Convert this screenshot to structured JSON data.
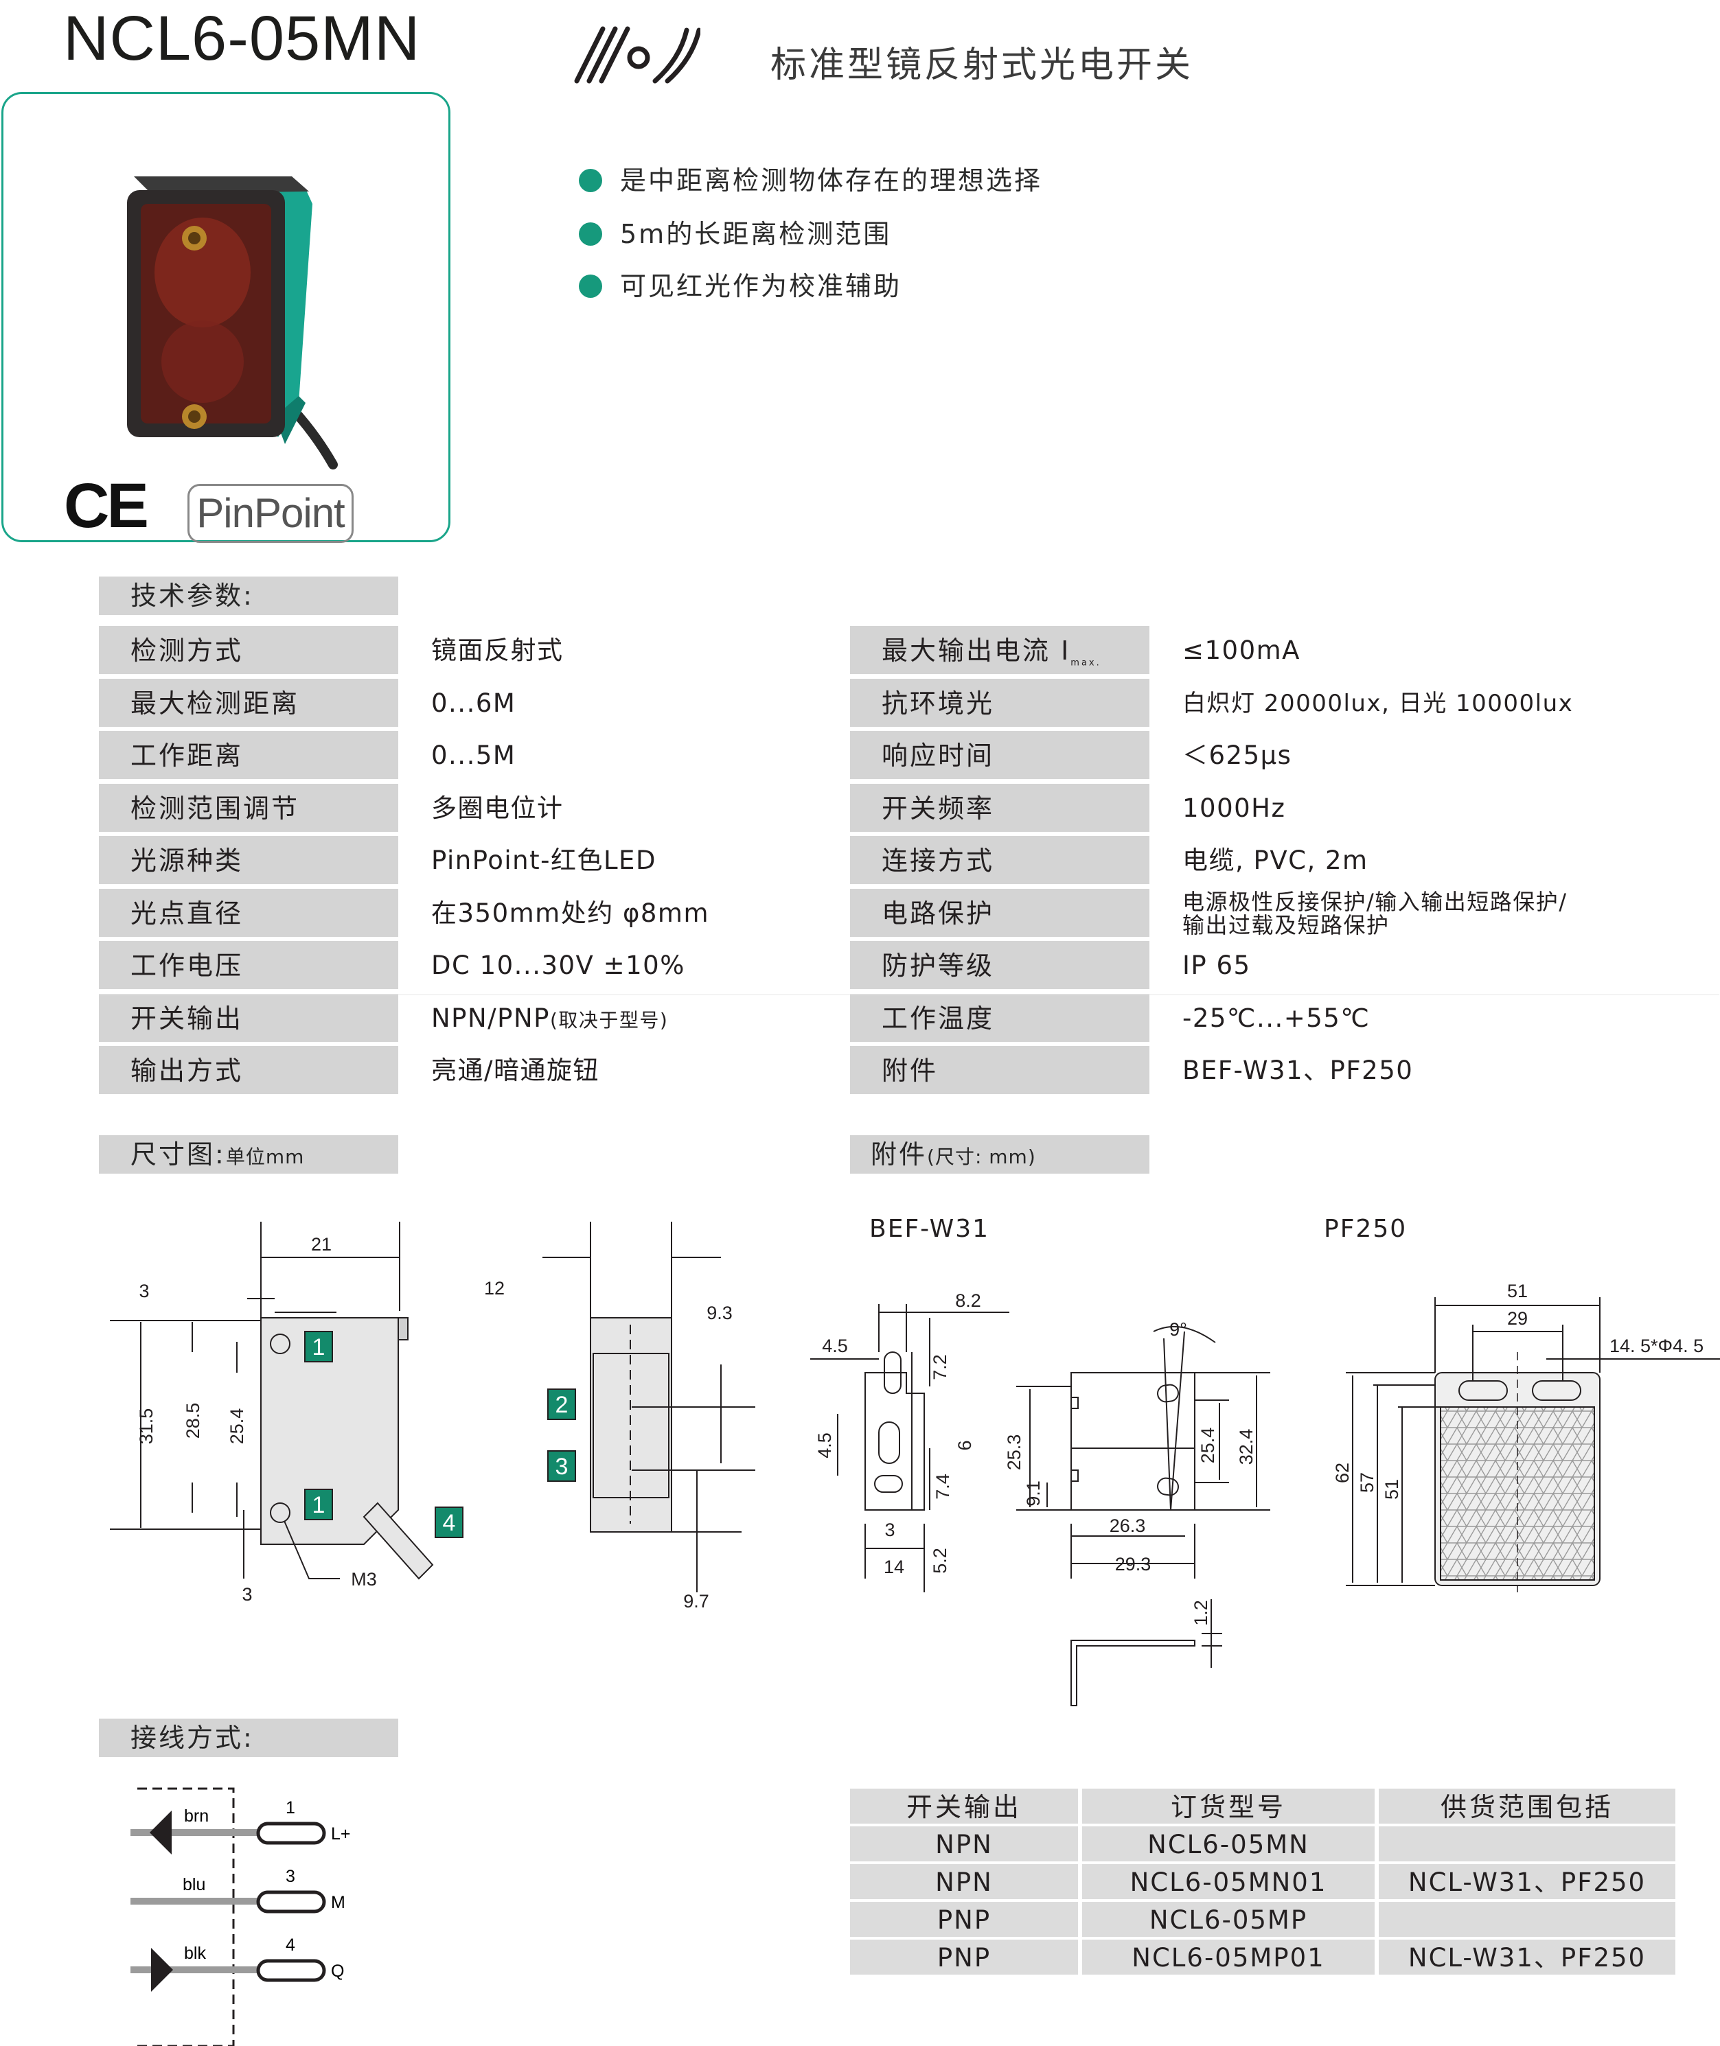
{
  "header": {
    "model": "NCL6-05MN",
    "subtitle": "标准型镜反射式光电开关",
    "brand_logo": "PinPoint",
    "cert_mark": "CE"
  },
  "features": [
    "是中距离检测物体存在的理想选择",
    "5m的长距离检测范围",
    "可见红光作为校准辅助"
  ],
  "tech": {
    "title": "技术参数:",
    "left": [
      {
        "label": "检测方式",
        "value": "镜面反射式"
      },
      {
        "label": "最大检测距离",
        "value": "0...6M"
      },
      {
        "label": "工作距离",
        "value": "0...5M"
      },
      {
        "label": "检测范围调节",
        "value": "多圈电位计"
      },
      {
        "label": "光源种类",
        "value": "PinPoint-红色LED"
      },
      {
        "label": "光点直径",
        "value": "在350mm处约 φ8mm"
      },
      {
        "label": "工作电压",
        "value": "DC 10...30V ±10%"
      },
      {
        "label": "开关输出",
        "value": "NPN/PNP",
        "value_note": "(取决于型号)"
      },
      {
        "label": "输出方式",
        "value": "亮通/暗通旋钮"
      }
    ],
    "right": [
      {
        "label": "最大输出电流 I",
        "label_sub": "max.",
        "value": "≤100mA"
      },
      {
        "label": "抗环境光",
        "value": "白炽灯  20000lux, 日光  10000lux"
      },
      {
        "label": "响应时间",
        "value": "＜625μs"
      },
      {
        "label": "开关频率",
        "value": "1000Hz"
      },
      {
        "label": "连接方式",
        "value": "电缆, PVC, 2m"
      },
      {
        "label": "电路保护",
        "value": "电源极性反接保护/输入输出短路保护/",
        "value2": "输出过载及短路保护"
      },
      {
        "label": "防护等级",
        "value": "IP 65"
      },
      {
        "label": "工作温度",
        "value": "-25℃...+55℃"
      },
      {
        "label": "附件",
        "value": "BEF-W31、PF250"
      }
    ]
  },
  "dimensions": {
    "title": "尺寸图:",
    "unit": "单位mm",
    "sensor": {
      "d21": "21",
      "d3a": "3",
      "d315": "31.5",
      "d285": "28.5",
      "d254": "25.4",
      "d3b": "3",
      "m3": "M3",
      "d12": "12",
      "d93": "9.3",
      "d97": "9.7",
      "b1a": "1",
      "b1b": "1",
      "b2": "2",
      "b3": "3",
      "b4": "4"
    }
  },
  "accessories": {
    "title": "附件",
    "unit": "(尺寸: mm)",
    "bef": {
      "name": "BEF-W31",
      "d82": "8.2",
      "d45a": "4.5",
      "d72": "7.2",
      "d45b": "4.5",
      "d6": "6",
      "d74": "7.4",
      "d3": "3",
      "d14": "14",
      "d52": "5.2",
      "d9": "9°",
      "d253": "25.3",
      "d91": "9.1",
      "d254": "25.4",
      "d324": "32.4",
      "d263": "26.3",
      "d293": "29.3",
      "d12": "1.2"
    },
    "pf": {
      "name": "PF250",
      "d51": "51",
      "d29": "29",
      "hole": "14. 5*Φ4. 5",
      "d62": "62",
      "d57": "57",
      "d51v": "51"
    }
  },
  "wiring": {
    "title": "接线方式:",
    "wires": [
      {
        "color": "brn",
        "pin": "1",
        "signal": "L+"
      },
      {
        "color": "blu",
        "pin": "3",
        "signal": "M"
      },
      {
        "color": "blk",
        "pin": "4",
        "signal": "Q"
      }
    ]
  },
  "order_table": {
    "headers": [
      "开关输出",
      "订货型号",
      "供货范围包括"
    ],
    "rows": [
      [
        "NPN",
        "NCL6-05MN",
        ""
      ],
      [
        "NPN",
        "NCL6-05MN01",
        "NCL-W31、PF250"
      ],
      [
        "PNP",
        "NCL6-05MP",
        ""
      ],
      [
        "PNP",
        "NCL6-05MP01",
        "NCL-W31、PF250"
      ]
    ]
  },
  "colors": {
    "accent_green": "#16997c",
    "header_gray": "#d4d4d4",
    "badge_green": "#138a6b",
    "sensor_teal": "#19a58f"
  }
}
